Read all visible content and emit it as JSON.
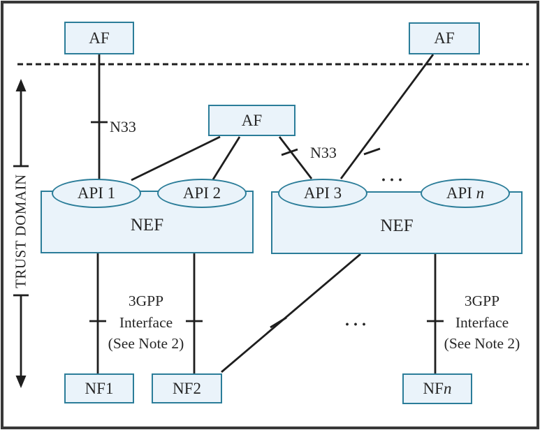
{
  "colors": {
    "box_fill": "#eaf3fa",
    "box_border": "#2b7d99",
    "line": "#1e1e1e",
    "frame": "#383838",
    "text": "#262626"
  },
  "trust_domain": {
    "label": "TRUST DOMAIN"
  },
  "nodes": {
    "af_top_left": {
      "label": "AF"
    },
    "af_top_right": {
      "label": "AF"
    },
    "af_middle": {
      "label": "AF"
    },
    "api1": {
      "label": "API 1"
    },
    "api2": {
      "label": "API 2"
    },
    "api3": {
      "label": "API 3"
    },
    "api_n": {
      "prefix": "API ",
      "italic": "n"
    },
    "nef_left": {
      "label": "NEF"
    },
    "nef_right": {
      "label": "NEF"
    },
    "nf1": {
      "label": "NF1"
    },
    "nf2": {
      "label": "NF2"
    },
    "nf_n": {
      "prefix": "NF",
      "italic": "n"
    }
  },
  "edge_labels": {
    "n33_left": "N33",
    "n33_right": "N33",
    "api_ellipsis": "···",
    "nf_ellipsis": "···",
    "gpp_left": {
      "line1": "3GPP",
      "line2": "Interface",
      "line3": "(See Note 2)"
    },
    "gpp_right": {
      "line1": "3GPP",
      "line2": "Interface",
      "line3": "(See Note 2)"
    }
  }
}
